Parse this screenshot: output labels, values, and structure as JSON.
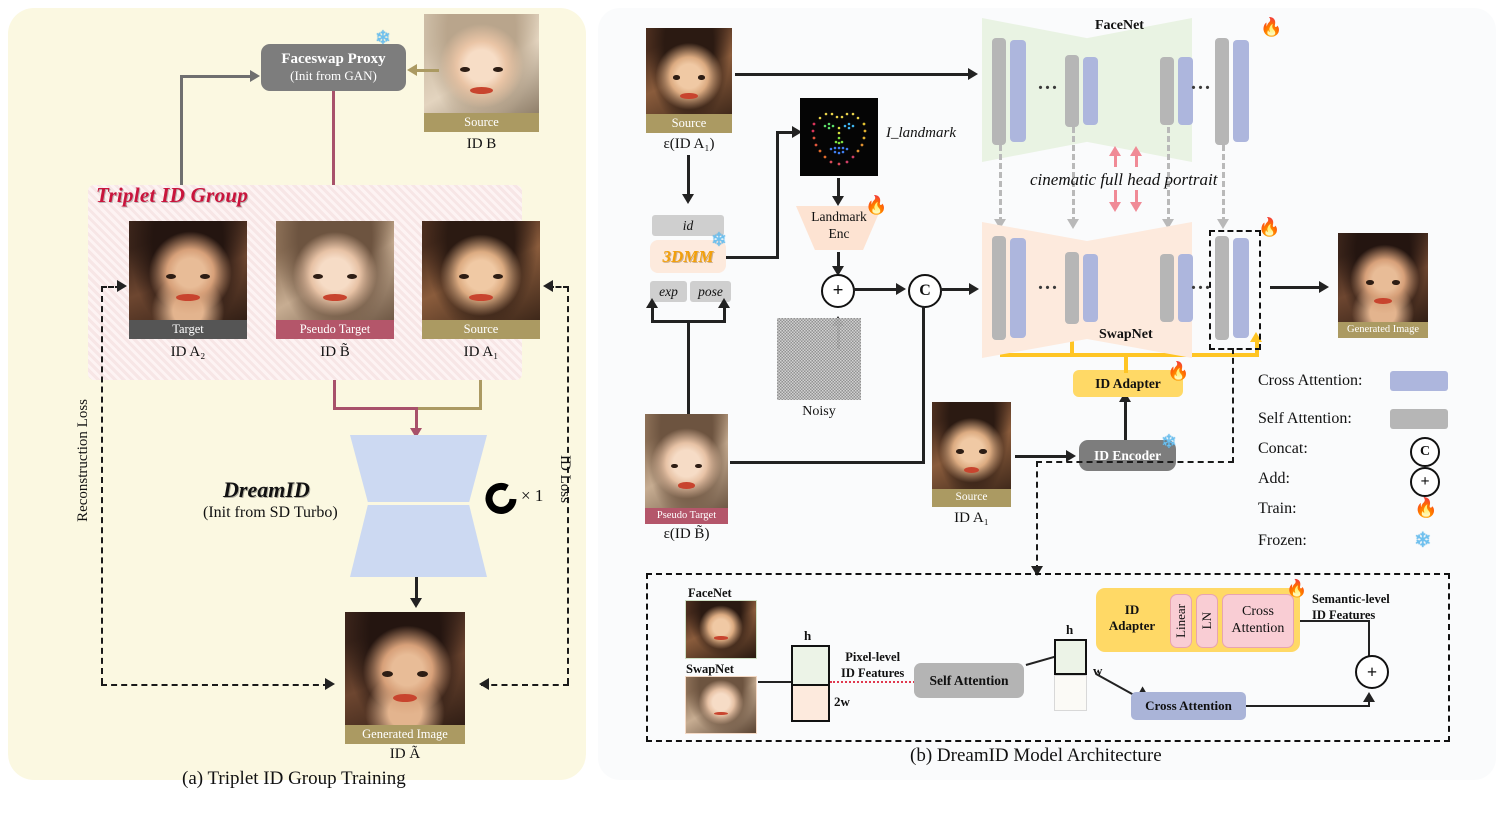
{
  "figure": {
    "caption_a": "(a) Triplet ID Group Training",
    "caption_b": "(b) DreamID Model Architecture"
  },
  "panel_a": {
    "triplet_title": "Triplet ID Group",
    "proxy_box": {
      "title": "Faceswap Proxy",
      "subtitle": "(Init from GAN)",
      "frozen_icon": "❄"
    },
    "source_b": {
      "caption": "Source",
      "id_label": "ID B"
    },
    "triplet": [
      {
        "caption": "Target",
        "id_label": "ID A₂",
        "style": "dark"
      },
      {
        "caption": "Pseudo Target",
        "id_label": "ID B̃",
        "style": "rose"
      },
      {
        "caption": "Source",
        "id_label": "ID A₁",
        "style": "gold"
      }
    ],
    "unet": {
      "title": "DreamID",
      "subtitle": "(Init from SD Turbo)",
      "repeat": "× 1"
    },
    "loss_left": "Reconstruction Loss",
    "loss_right": "ID Loss",
    "generated": {
      "caption": "Generated Image",
      "id_label": "ID Ã"
    }
  },
  "panel_b": {
    "source_top": {
      "caption": "Source",
      "math": "ε(ID A₁)"
    },
    "pseudo_target": {
      "caption": "Pseudo Target",
      "math": "ε(ID B̃)"
    },
    "source_mid": {
      "caption": "Source",
      "id_label": "ID A₁"
    },
    "generated": {
      "caption": "Generated Image"
    },
    "coeffs": {
      "id": "id",
      "model": "3DMM",
      "exp": "exp",
      "pose": "pose",
      "frozen_icon": "❄"
    },
    "landmark_img_label": "I_landmark",
    "landmark_enc": {
      "line1": "Landmark",
      "line2": "Enc",
      "train_icon": "🔥"
    },
    "noisy_label": "Noisy",
    "add_symbol": "+",
    "concat_symbol": "C",
    "facenet": {
      "label": "FaceNet",
      "train_icon": "🔥",
      "dots": "..."
    },
    "swapnet": {
      "label": "SwapNet",
      "train_icon": "🔥",
      "dots": "..."
    },
    "prompt": "cinematic full head portrait",
    "id_adapter": {
      "label": "ID Adapter",
      "train_icon": "🔥"
    },
    "id_encoder": {
      "label": "ID Encoder",
      "frozen_icon": "❄"
    },
    "legend": [
      {
        "label": "Cross Attention:",
        "kind": "swatch",
        "color": "#adb6dd"
      },
      {
        "label": "Self Attention:",
        "kind": "swatch",
        "color": "#b6b6b6"
      },
      {
        "label": "Concat:",
        "kind": "circle",
        "glyph": "C"
      },
      {
        "label": "Add:",
        "kind": "circle",
        "glyph": "+"
      },
      {
        "label": "Train:",
        "kind": "emoji",
        "glyph": "🔥"
      },
      {
        "label": "Frozen:",
        "kind": "emoji",
        "glyph": "❄"
      }
    ]
  },
  "detail": {
    "facenet_label": "FaceNet",
    "swapnet_label": "SwapNet",
    "h_label_left": "h",
    "w2_label": "2w",
    "pixel_features": {
      "line1": "Pixel-level",
      "line2": "ID Features"
    },
    "self_attention": "Self Attention",
    "h_label_right": "h",
    "w_label": "w",
    "id_adapter": {
      "label_line1": "ID",
      "label_line2": "Adapter",
      "train_icon": "🔥"
    },
    "adapter_parts": [
      "Linear",
      "LN",
      "Cross\nAttention"
    ],
    "semantic_features": {
      "line1": "Semantic-level",
      "line2": "ID Features"
    },
    "cross_attention": "Cross Attention",
    "add_symbol": "+"
  }
}
